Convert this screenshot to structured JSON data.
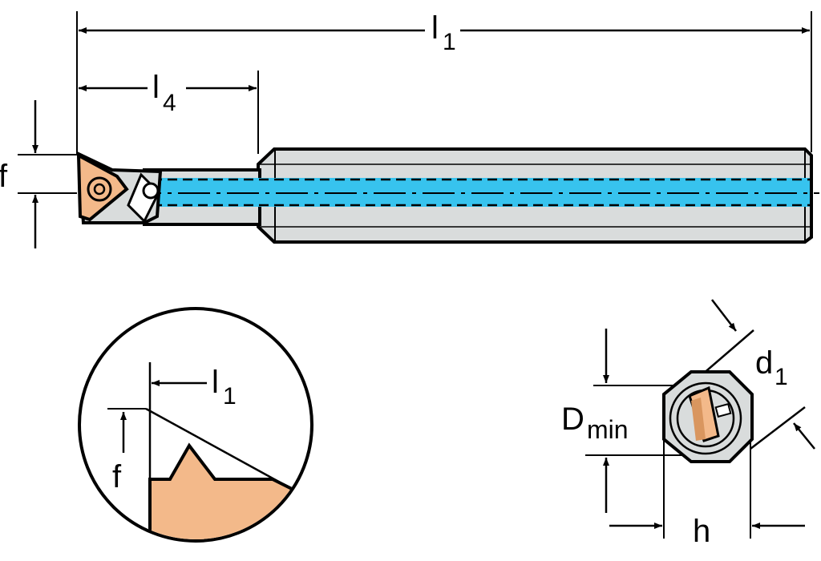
{
  "labels": {
    "l1_top": {
      "main": "l",
      "sub": "1"
    },
    "l4": {
      "main": "l",
      "sub": "4"
    },
    "f_side": "f",
    "l1_detail": {
      "main": "l",
      "sub": "1"
    },
    "f_detail": "f",
    "d1": {
      "main": "d",
      "sub": "1"
    },
    "dmin": {
      "main": "D",
      "sub": "min"
    },
    "h": "h"
  },
  "colors": {
    "shank": "#d9dcdc",
    "coolant": "#37c3ee",
    "insert": "#f3b98a",
    "insert_dark": "#d9965f",
    "line": "#000000"
  }
}
